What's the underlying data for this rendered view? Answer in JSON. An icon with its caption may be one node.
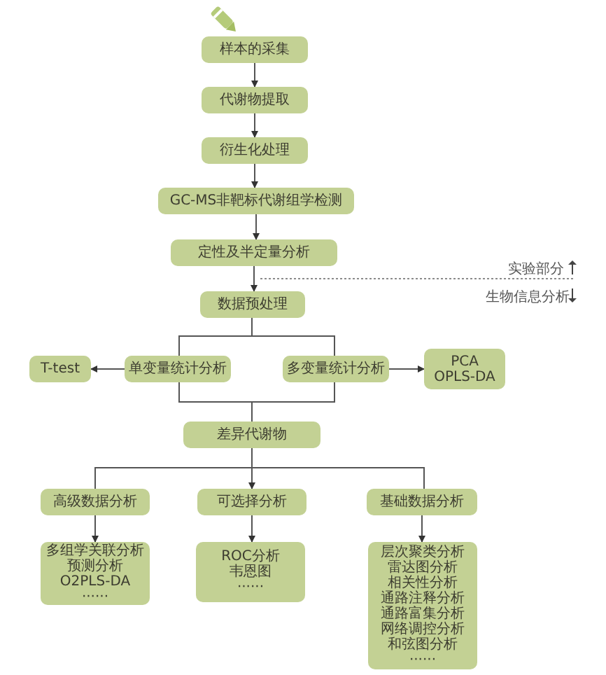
{
  "diagram": {
    "nodes": [
      {
        "text": [
          "样本的采集"
        ]
      },
      {
        "text": [
          "代谢物提取"
        ]
      },
      {
        "text": [
          "衍生化处理"
        ]
      },
      {
        "text": [
          "GC-MS非靶标代谢组学检测"
        ]
      },
      {
        "text": [
          "定性及半定量分析"
        ]
      },
      {
        "text": [
          "数据预处理"
        ]
      },
      {
        "text": [
          "单变量统计分析"
        ]
      },
      {
        "text": [
          "多变量统计分析"
        ]
      },
      {
        "text": [
          "T-test"
        ]
      },
      {
        "text": [
          "PCA",
          "OPLS-DA"
        ]
      },
      {
        "text": [
          "差异代谢物"
        ]
      },
      {
        "text": [
          "高级数据分析"
        ]
      },
      {
        "text": [
          "可选择分析"
        ]
      },
      {
        "text": [
          "基础数据分析"
        ]
      },
      {
        "text": [
          "多组学关联分析",
          "预测分析",
          "O2PLS-DA",
          "······"
        ]
      },
      {
        "text": [
          "ROC分析",
          "韦恩图",
          "······"
        ]
      },
      {
        "text": [
          "层次聚类分析",
          "雷达图分析",
          "相关性分析",
          "通路注释分析",
          "通路富集分析",
          "网络调控分析",
          "和弦图分析",
          "······"
        ]
      }
    ],
    "edges": [
      {
        "from": 0,
        "to": 1,
        "arrow": "to"
      },
      {
        "from": 1,
        "to": 2,
        "arrow": "to"
      },
      {
        "from": 2,
        "to": 3,
        "arrow": "to"
      },
      {
        "from": 3,
        "to": 4,
        "arrow": "to"
      },
      {
        "from": 4,
        "to": 5,
        "arrow": "to"
      },
      {
        "from": 5,
        "to": 6,
        "arrow": "none"
      },
      {
        "from": 5,
        "to": 7,
        "arrow": "none"
      },
      {
        "from": 6,
        "to": 8,
        "arrow": "to"
      },
      {
        "from": 7,
        "to": 9,
        "arrow": "to"
      },
      {
        "from": 6,
        "to": 10,
        "arrow": "none"
      },
      {
        "from": 7,
        "to": 10,
        "arrow": "none"
      },
      {
        "from": 10,
        "to": 11,
        "arrow": "none"
      },
      {
        "from": 10,
        "to": 12,
        "arrow": "to"
      },
      {
        "from": 10,
        "to": 13,
        "arrow": "none"
      },
      {
        "from": 11,
        "to": 14,
        "arrow": "to"
      },
      {
        "from": 12,
        "to": 15,
        "arrow": "to"
      },
      {
        "from": 13,
        "to": 16,
        "arrow": "to"
      }
    ],
    "labels": [
      "实验部分",
      "生物信息分析"
    ]
  }
}
